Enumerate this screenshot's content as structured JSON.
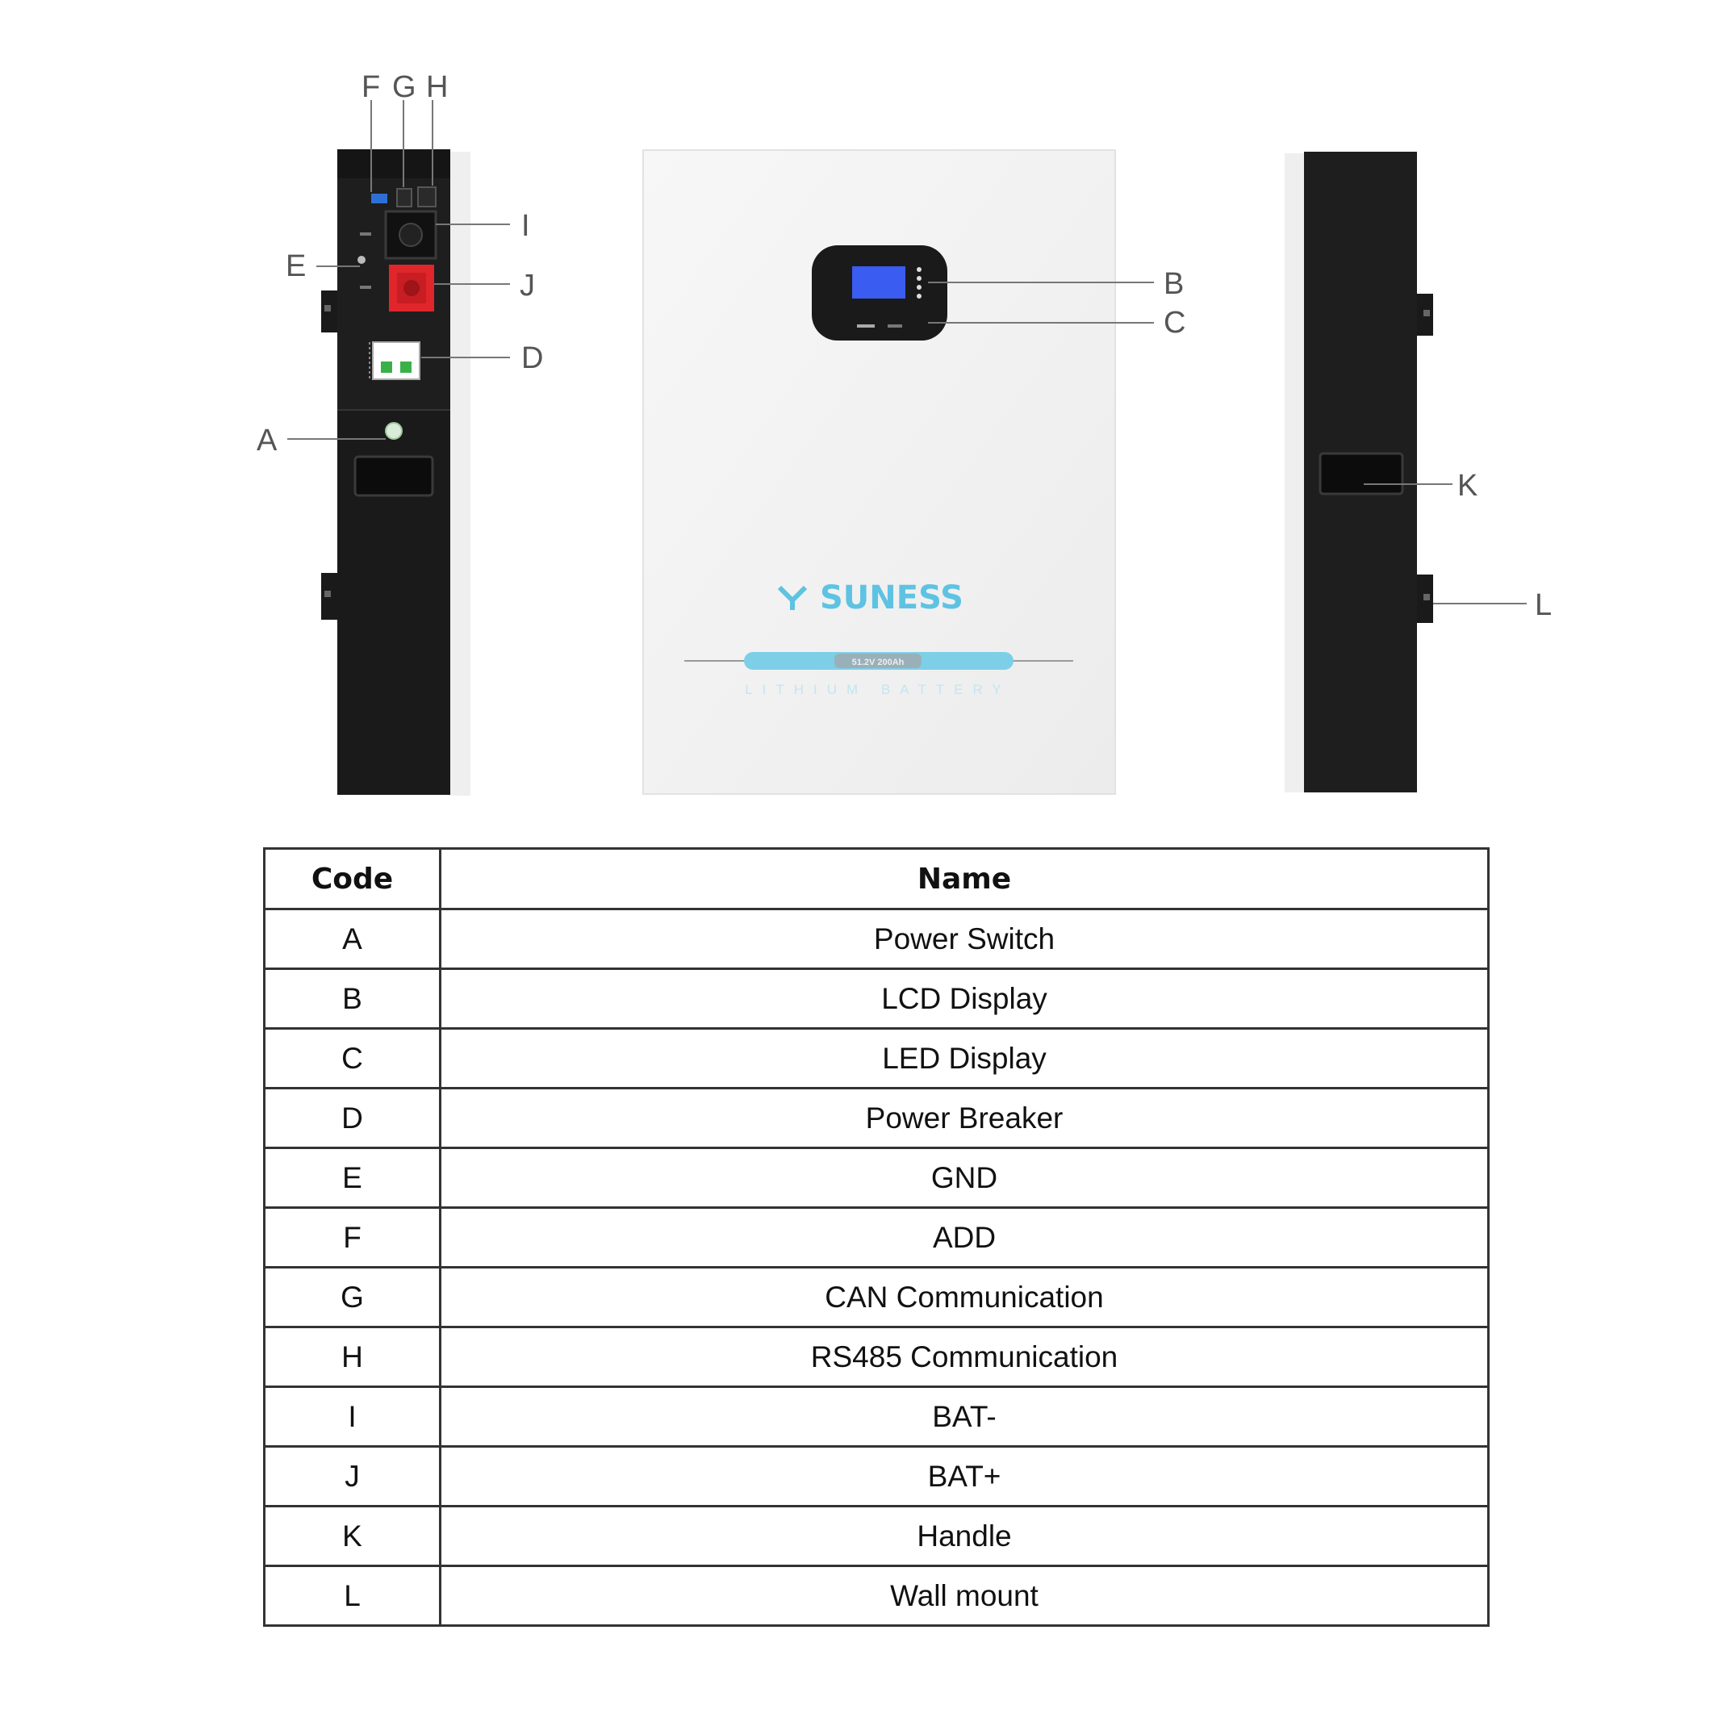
{
  "callouts": {
    "f": "F",
    "g": "G",
    "h": "H",
    "i": "I",
    "e": "E",
    "j": "J",
    "d": "D",
    "a": "A",
    "b": "B",
    "c": "C",
    "k": "K",
    "l": "L"
  },
  "front_panel": {
    "brand": "SUNESS",
    "rating_label": "51.2V 200Ah",
    "product_line": "LITHIUM BATTERY"
  },
  "table": {
    "headers": {
      "code": "Code",
      "name": "Name"
    },
    "rows": [
      {
        "code": "A",
        "name": "Power Switch"
      },
      {
        "code": "B",
        "name": "LCD Display"
      },
      {
        "code": "C",
        "name": "LED Display"
      },
      {
        "code": "D",
        "name": "Power Breaker"
      },
      {
        "code": "E",
        "name": "GND"
      },
      {
        "code": "F",
        "name": "ADD"
      },
      {
        "code": "G",
        "name": "CAN Communication"
      },
      {
        "code": "H",
        "name": "RS485 Communication"
      },
      {
        "code": "I",
        "name": "BAT-"
      },
      {
        "code": "J",
        "name": "BAT+"
      },
      {
        "code": "K",
        "name": "Handle"
      },
      {
        "code": "L",
        "name": "Wall mount"
      }
    ]
  },
  "colors": {
    "housing_dark": "#1e1e1e",
    "housing_light": "#f4f4f4",
    "brand_blue": "#5ec3e2",
    "bat_plus_red": "#e0262b",
    "lcd_blue": "#3a5cf0"
  }
}
